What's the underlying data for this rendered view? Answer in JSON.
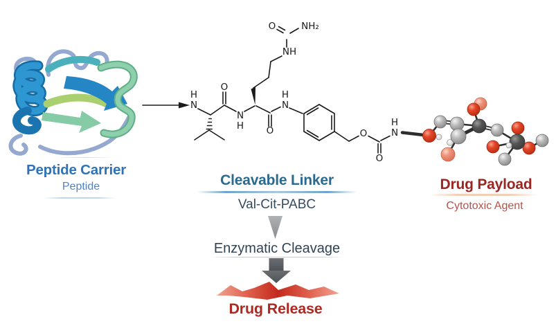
{
  "peptide_carrier": {
    "title": "Peptide Carrier",
    "subtitle": "Peptide"
  },
  "cleavable_linker": {
    "title": "Cleavable Linker",
    "subtitle": "Val-Cit-PABC",
    "process_step": "Enzymatic Cleavage",
    "result": "Drug Release"
  },
  "drug_payload": {
    "title": "Drug Payload",
    "subtitle": "Cytotoxic Agent"
  },
  "structure": {
    "atom_labels": {
      "backbone_h": "H",
      "backbone_n": "N",
      "val_carbonyl_o": "O",
      "amide_n": "N",
      "amide_h": "H",
      "urea_o": "O",
      "urea_nh": "NH",
      "urea_nh2": "NH₂",
      "cit_carbonyl_o": "O",
      "anilide_n": "N",
      "anilide_h": "H",
      "benzyl_o": "O",
      "carbamate_o": "O",
      "carbamate_n": "N",
      "carbamate_h": "H"
    }
  },
  "icons": {
    "reaction_arrow": "right-arrow",
    "cleavage_arrow": "down-wedge",
    "release_arrow": "down-block-arrow",
    "burst": "red-burst"
  },
  "colors": {
    "peptide_blue": "#2E73B8",
    "peptide_light_blue": "#4E84C4",
    "linker_blue": "#2B6A8F",
    "text_dark": "#2F4355",
    "payload_maroon": "#992620",
    "payload_light_red": "#B5524A",
    "release_red": "#AC2A22",
    "arrow_gray_light": "#9DA0A3",
    "arrow_gray_dark": "#55595D",
    "burst_red": "#C22B1D",
    "helix_blue": "#1F87C6",
    "strand_green": "#84CBA6",
    "loop_periwinkle": "#94A8D0"
  }
}
